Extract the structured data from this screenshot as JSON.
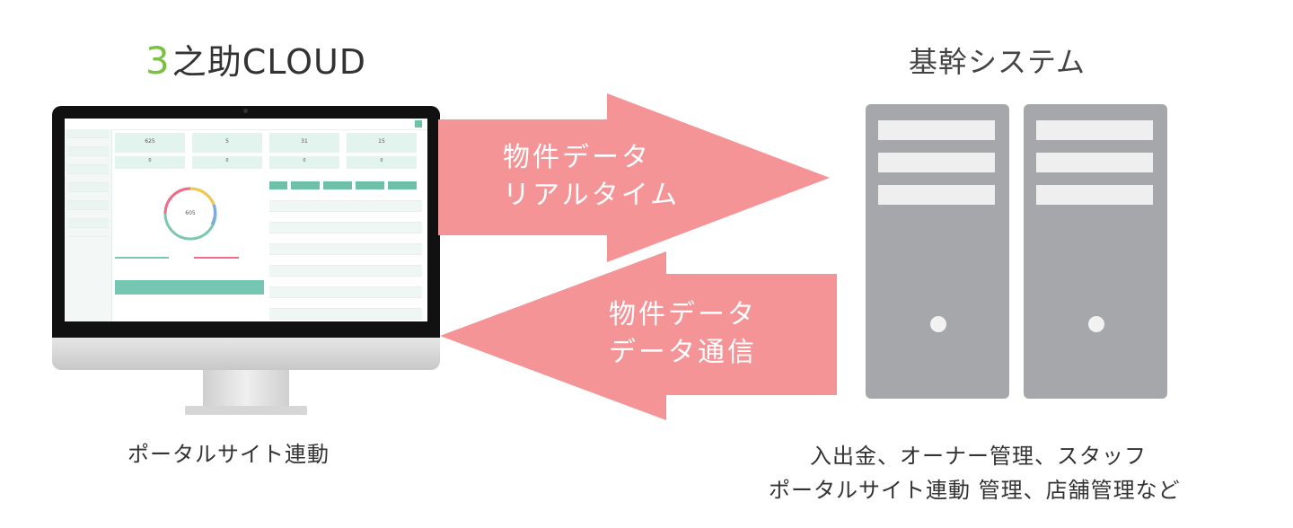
{
  "left_system": {
    "title_num": "3",
    "title_rest": "之助CLOUD",
    "caption": "ポータルサイト連動"
  },
  "right_system": {
    "title": "基幹システム",
    "caption_line1": "入出金、オーナー管理、スタッフ",
    "caption_line2": "ポータルサイト連動 管理、店舗管理など"
  },
  "arrow_right": {
    "line1": "物件データ",
    "line2": "リアルタイム",
    "direction": "to-right"
  },
  "arrow_left": {
    "line1": "物件データ",
    "line2": "データ通信",
    "direction": "to-left"
  },
  "screen": {
    "cards": [
      {
        "num": "625",
        "sub": "0"
      },
      {
        "num": "5",
        "sub": "0"
      },
      {
        "num": "31",
        "sub": "0"
      },
      {
        "num": "15",
        "sub": "0"
      }
    ],
    "donut_value": "605"
  },
  "colors": {
    "brand_green": "#7bc043",
    "arrow": "#f59496",
    "server": "#a6a7ab",
    "app_teal": "#76c7b1"
  }
}
